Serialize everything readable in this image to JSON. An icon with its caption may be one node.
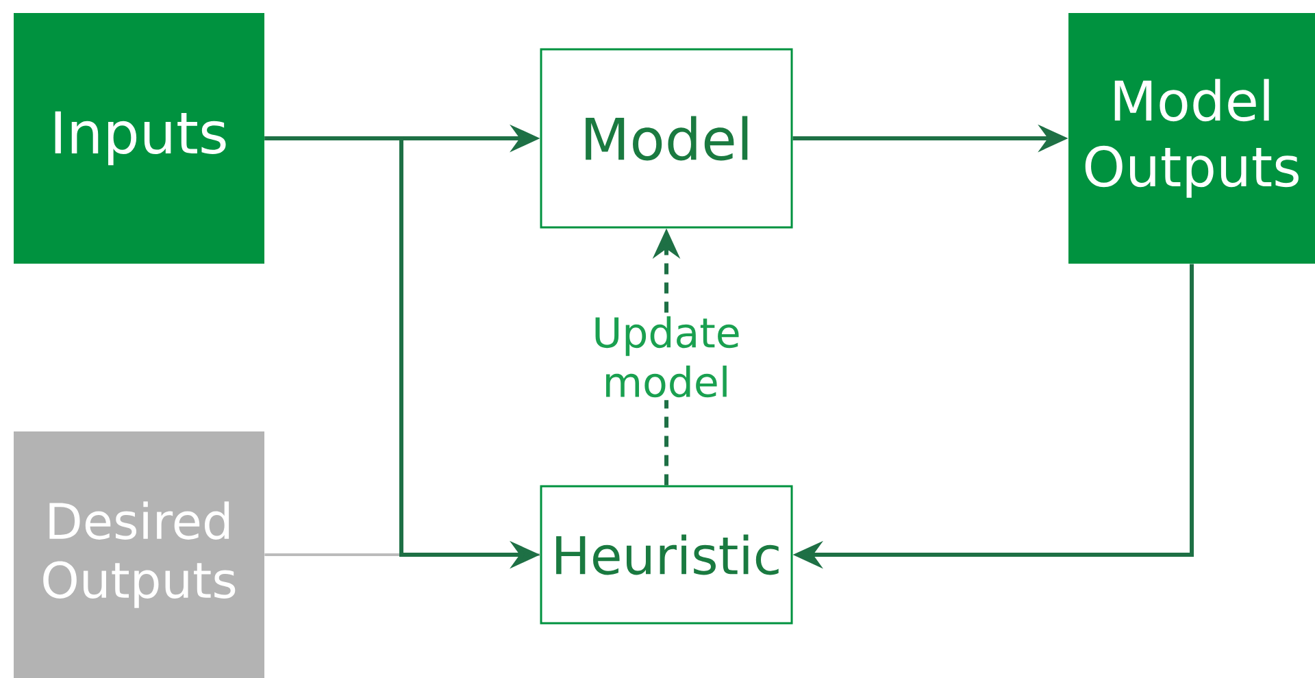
{
  "diagram": {
    "nodes": [
      {
        "text": [
          "Inputs"
        ]
      },
      {
        "text": [
          "Model"
        ]
      },
      {
        "text": [
          "Model Outputs"
        ]
      },
      {
        "text": [
          "Desired Outputs"
        ]
      },
      {
        "text": [
          "Heuristic"
        ]
      }
    ],
    "edges": [
      {
        "from": 0,
        "to": 1,
        "arrow": "to"
      },
      {
        "from": 1,
        "to": 2,
        "arrow": "to"
      },
      {
        "from": 3,
        "to": 4,
        "arrow": "none",
        "color": "#bbbbbb"
      },
      {
        "from": 0,
        "to": 4,
        "arrow": "to"
      },
      {
        "from": 2,
        "to": 4,
        "arrow": "to"
      },
      {
        "from": 4,
        "to": 1,
        "arrow": "to",
        "style": "dashed",
        "label": "Update model"
      }
    ]
  }
}
